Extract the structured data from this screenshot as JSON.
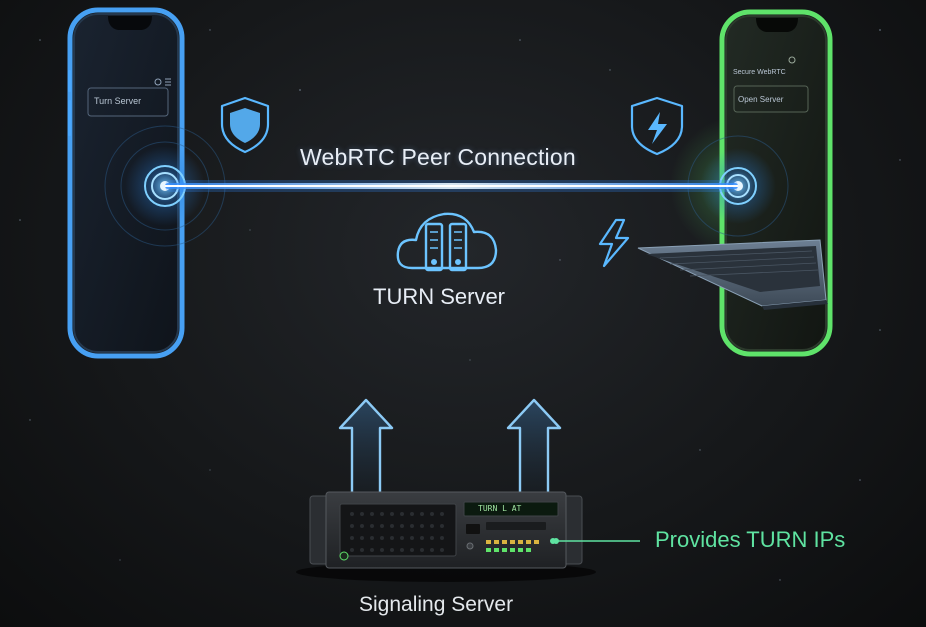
{
  "diagram": {
    "connection_label": "WebRTC Peer Connection",
    "turn_label": "TURN Server",
    "signaling_label": "Signaling Server",
    "provides_label": "Provides TURN IPs",
    "left_phone_field": "Turn Server",
    "right_phone_header": "Secure WebRTC",
    "right_phone_field": "Open Server",
    "rack_display": "TURN L AT"
  },
  "icons": {
    "left_shield": "shield-icon",
    "right_shield": "shield-bolt-icon",
    "bolt": "lightning-icon",
    "cloud": "cloud-server-icon",
    "arrow": "arrow-up-icon"
  },
  "colors": {
    "left_device": "#4aa8ff",
    "right_device": "#5fe36a",
    "beam": "#7fd0ff",
    "accent_green": "#5fe3a1",
    "icon_blue": "#5ab8ff"
  }
}
